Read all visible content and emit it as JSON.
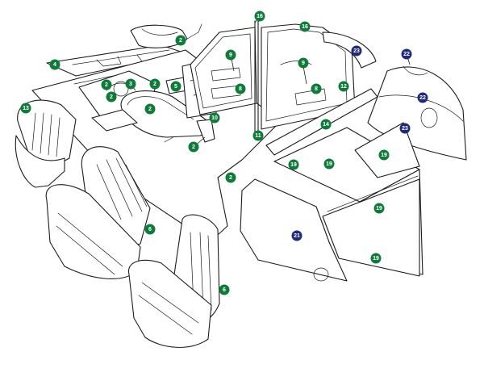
{
  "palette": {
    "green": "#0f7a3a",
    "navy": "#1f2a7a",
    "line": "#1c1c1c",
    "background": "#ffffff"
  },
  "callouts": [
    {
      "id": "c1",
      "label": "2",
      "color": "green"
    },
    {
      "id": "c2",
      "label": "4",
      "color": "green"
    },
    {
      "id": "c3",
      "label": "16",
      "color": "green"
    },
    {
      "id": "c4",
      "label": "16",
      "color": "green"
    },
    {
      "id": "c5",
      "label": "23",
      "color": "navy"
    },
    {
      "id": "c6",
      "label": "22",
      "color": "navy"
    },
    {
      "id": "c7",
      "label": "22",
      "color": "navy"
    },
    {
      "id": "c8",
      "label": "23",
      "color": "navy"
    },
    {
      "id": "c9",
      "label": "9",
      "color": "green"
    },
    {
      "id": "c10",
      "label": "9",
      "color": "green"
    },
    {
      "id": "c11",
      "label": "8",
      "color": "green"
    },
    {
      "id": "c12",
      "label": "8",
      "color": "green"
    },
    {
      "id": "c13",
      "label": "12",
      "color": "green"
    },
    {
      "id": "c14",
      "label": "2",
      "color": "green"
    },
    {
      "id": "c15",
      "label": "3",
      "color": "green"
    },
    {
      "id": "c16",
      "label": "2",
      "color": "green"
    },
    {
      "id": "c17",
      "label": "2",
      "color": "green"
    },
    {
      "id": "c18",
      "label": "5",
      "color": "green"
    },
    {
      "id": "c19",
      "label": "2",
      "color": "green"
    },
    {
      "id": "c20",
      "label": "10",
      "color": "green"
    },
    {
      "id": "c21",
      "label": "11",
      "color": "green"
    },
    {
      "id": "c22",
      "label": "14",
      "color": "green"
    },
    {
      "id": "c23",
      "label": "2",
      "color": "green"
    },
    {
      "id": "c24",
      "label": "13",
      "color": "green"
    },
    {
      "id": "c25",
      "label": "2",
      "color": "green"
    },
    {
      "id": "c26",
      "label": "19",
      "color": "green"
    },
    {
      "id": "c27",
      "label": "19",
      "color": "green"
    },
    {
      "id": "c28",
      "label": "19",
      "color": "green"
    },
    {
      "id": "c29",
      "label": "19",
      "color": "green"
    },
    {
      "id": "c30",
      "label": "19",
      "color": "green"
    },
    {
      "id": "c31",
      "label": "21",
      "color": "navy"
    },
    {
      "id": "c32",
      "label": "6",
      "color": "green"
    },
    {
      "id": "c33",
      "label": "6",
      "color": "green"
    }
  ]
}
